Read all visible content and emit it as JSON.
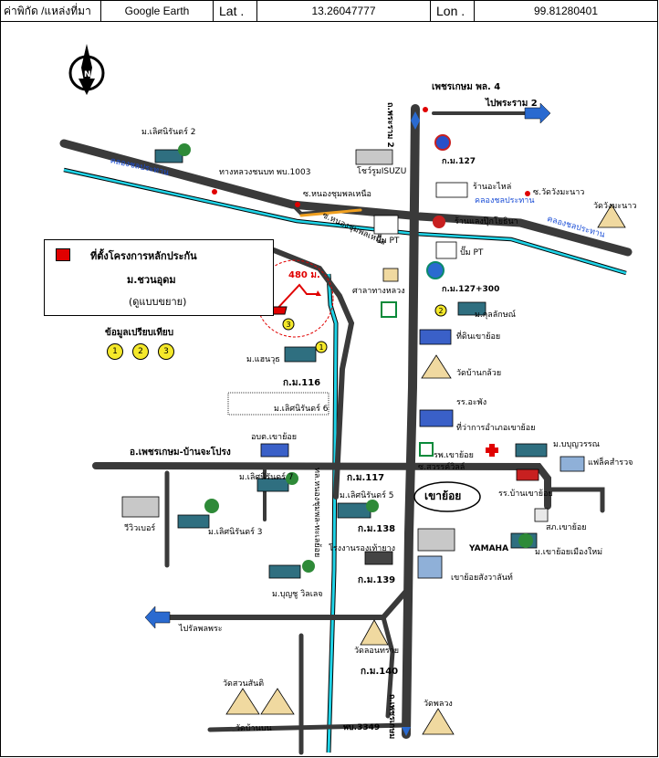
{
  "header": {
    "coord_label": "ค่าพิกัด /แหล่งที่มา",
    "source": "Google Earth",
    "lat_label": "Lat .",
    "lat_value": "13.26047777",
    "lon_label": "Lon .",
    "lon_value": "99.81280401"
  },
  "legend": {
    "project_site": "ที่ตั้งโครงการหลักประกัน",
    "project_name": "ม.ชวนอุดม",
    "project_note": "(ดูแบบขยาย)",
    "comparables_title": "ข้อมูลเปรียบเทียบ",
    "comparables": [
      "1",
      "2",
      "3"
    ]
  },
  "map": {
    "compass": "N",
    "distance": "480 ม.",
    "accent_road": "#3a3a3a",
    "accent_canal": "#1fd4e8",
    "labels": {
      "phetkasem_4": "เพชรเกษม พล. 4",
      "to_rama2": "ไปพระราม 2",
      "rama_road": "ถ.พระราม 2",
      "km127": "ก.ม.127",
      "km127_300": "ก.ม.127+300",
      "km116": "ก.ม.116",
      "km117": "ก.ม.117",
      "km138": "ก.ม.138",
      "km139": "ก.ม.139",
      "km140": "ก.ม.140",
      "isuzu": "โชว์รูมISUZU",
      "parts_shop": "ร้านอะไหล่",
      "soi_wat": "ซ.วัดวังมะนาว",
      "wat_wangmanao": "วัดวังมะนาว",
      "canal_1": "คลองชลประทาน",
      "canal_2": "คลองชลประทาน",
      "canal_3": "คลองชลประทาน",
      "highway_1003": "ทางหลวงชนบท พบ.1003",
      "soi_nongchum": "ซ.หนองชุมพลเหนือ",
      "soi_nongchum_2": "ซ.หนองชุมพลเหนือ",
      "pt_1": "ปั๊ม PT",
      "pt_2": "ปั๊ม PT",
      "fuel_shop": "ร้านแลงปุ๊กโยธินา",
      "village_mailnirun2": "ม.เลิศนิรันดร์ 2",
      "sala": "ศาลาทางหลวง",
      "village_kunlachai": "ม.กุลลักษณ์",
      "market": "ที่ดินเขาย้อย",
      "wat_banklui": "วัดบ้านกล้วย",
      "school_1": "รร.อะพัง",
      "district_office": "ที่ว่าการอำเภอเขาย้อย",
      "hospital": "รพ.เขาย้อย",
      "village_banuwan": "ม.บบุญวรรณ",
      "factory": "แฟล็คสำรวจ",
      "soi_srasan": "ซ.สวรรค์วิลล์",
      "village_banan": "ม.แฮนวุธ",
      "village_mailnirun6": "ม.เลิศนิรันดร์ 6",
      "obtk": "อบต.เขาย้อย",
      "road_phet": "อ.เพชรเกษม-บ้านจะโปรง",
      "village_mailnirun7": "ม.เลิศนิรันดร์ 7",
      "village_mailnirun5": "ม.เลิศนิรันดร์ 5",
      "village_mailnirun3": "ม.เลิศนิรันดร์ 3",
      "viewbeer": "วีวิวเบอร์",
      "khao_yoi": "เขาย้อย",
      "school_2": "รร.บ้านเขาย้อย",
      "police": "สภ.เขาย้อย",
      "yamaha": "YAMAHA",
      "village_khaoyoi_new": "ม.เขาย้อยเมืองใหม่",
      "gas_factory": "โรงงานรองเท้ายาง",
      "kanchanadit": "เขาย้อยสังวาลันท์",
      "village_bunsri": "ม.บุญชู วิลเลจ",
      "to_bangpra": "ไปรัลพลพระ",
      "wat_kokmai": "วัดลอนทราย",
      "wat_suan": "วัดสวนสันติ",
      "wat_banbon": "วัดบ้านบน",
      "wat_phalong": "วัดพลวง",
      "pb3349": "พบ.3349",
      "canal_road": "ทล.หนองชุมพล-ทะเลย้อย",
      "main_road_s": "ถ.เพชรเกษม"
    }
  }
}
